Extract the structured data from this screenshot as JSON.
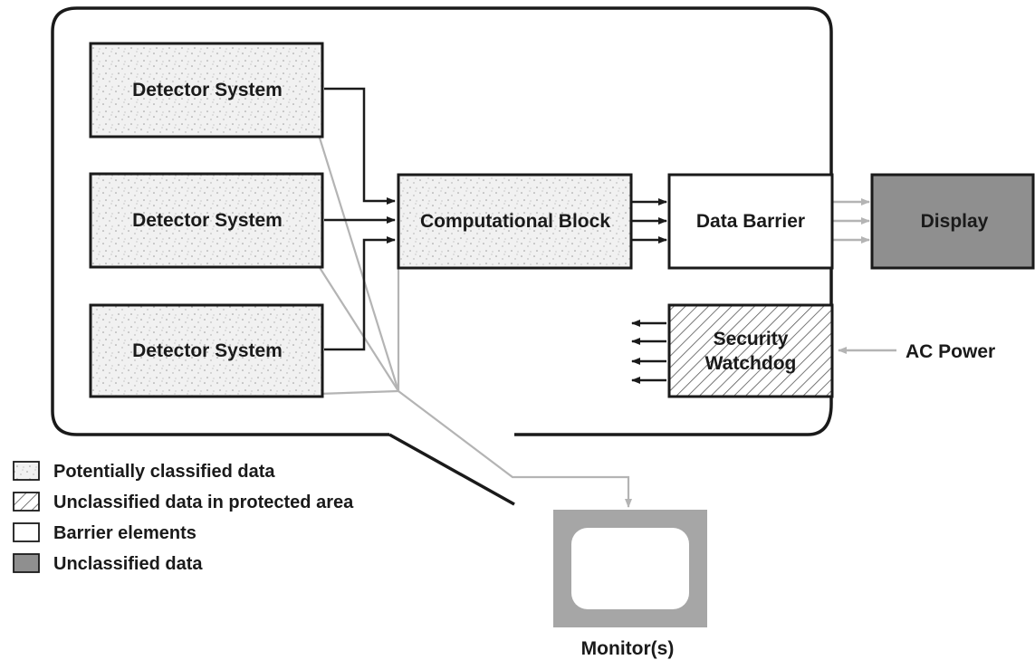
{
  "blocks": {
    "detector_1": "Detector System",
    "detector_2": "Detector System",
    "detector_3": "Detector System",
    "computational": "Computational Block",
    "data_barrier": "Data Barrier",
    "display": "Display",
    "watchdog_line1": "Security",
    "watchdog_line2": "Watchdog",
    "ac_power": "AC Power",
    "monitor": "Monitor(s)"
  },
  "legend": [
    {
      "label": "Potentially classified data",
      "pattern": "stipple"
    },
    {
      "label": "Unclassified data in protected area",
      "pattern": "hatch"
    },
    {
      "label": "Barrier elements",
      "pattern": "white"
    },
    {
      "label": "Unclassified data",
      "pattern": "gray"
    }
  ],
  "colors": {
    "unclassified_fill": "#8f8f8f",
    "monitor_frame": "#a6a6a6",
    "stipple_bg": "#f1f1f1",
    "gray_lines": "#b4b4b4",
    "ink": "#1a1a1a"
  }
}
